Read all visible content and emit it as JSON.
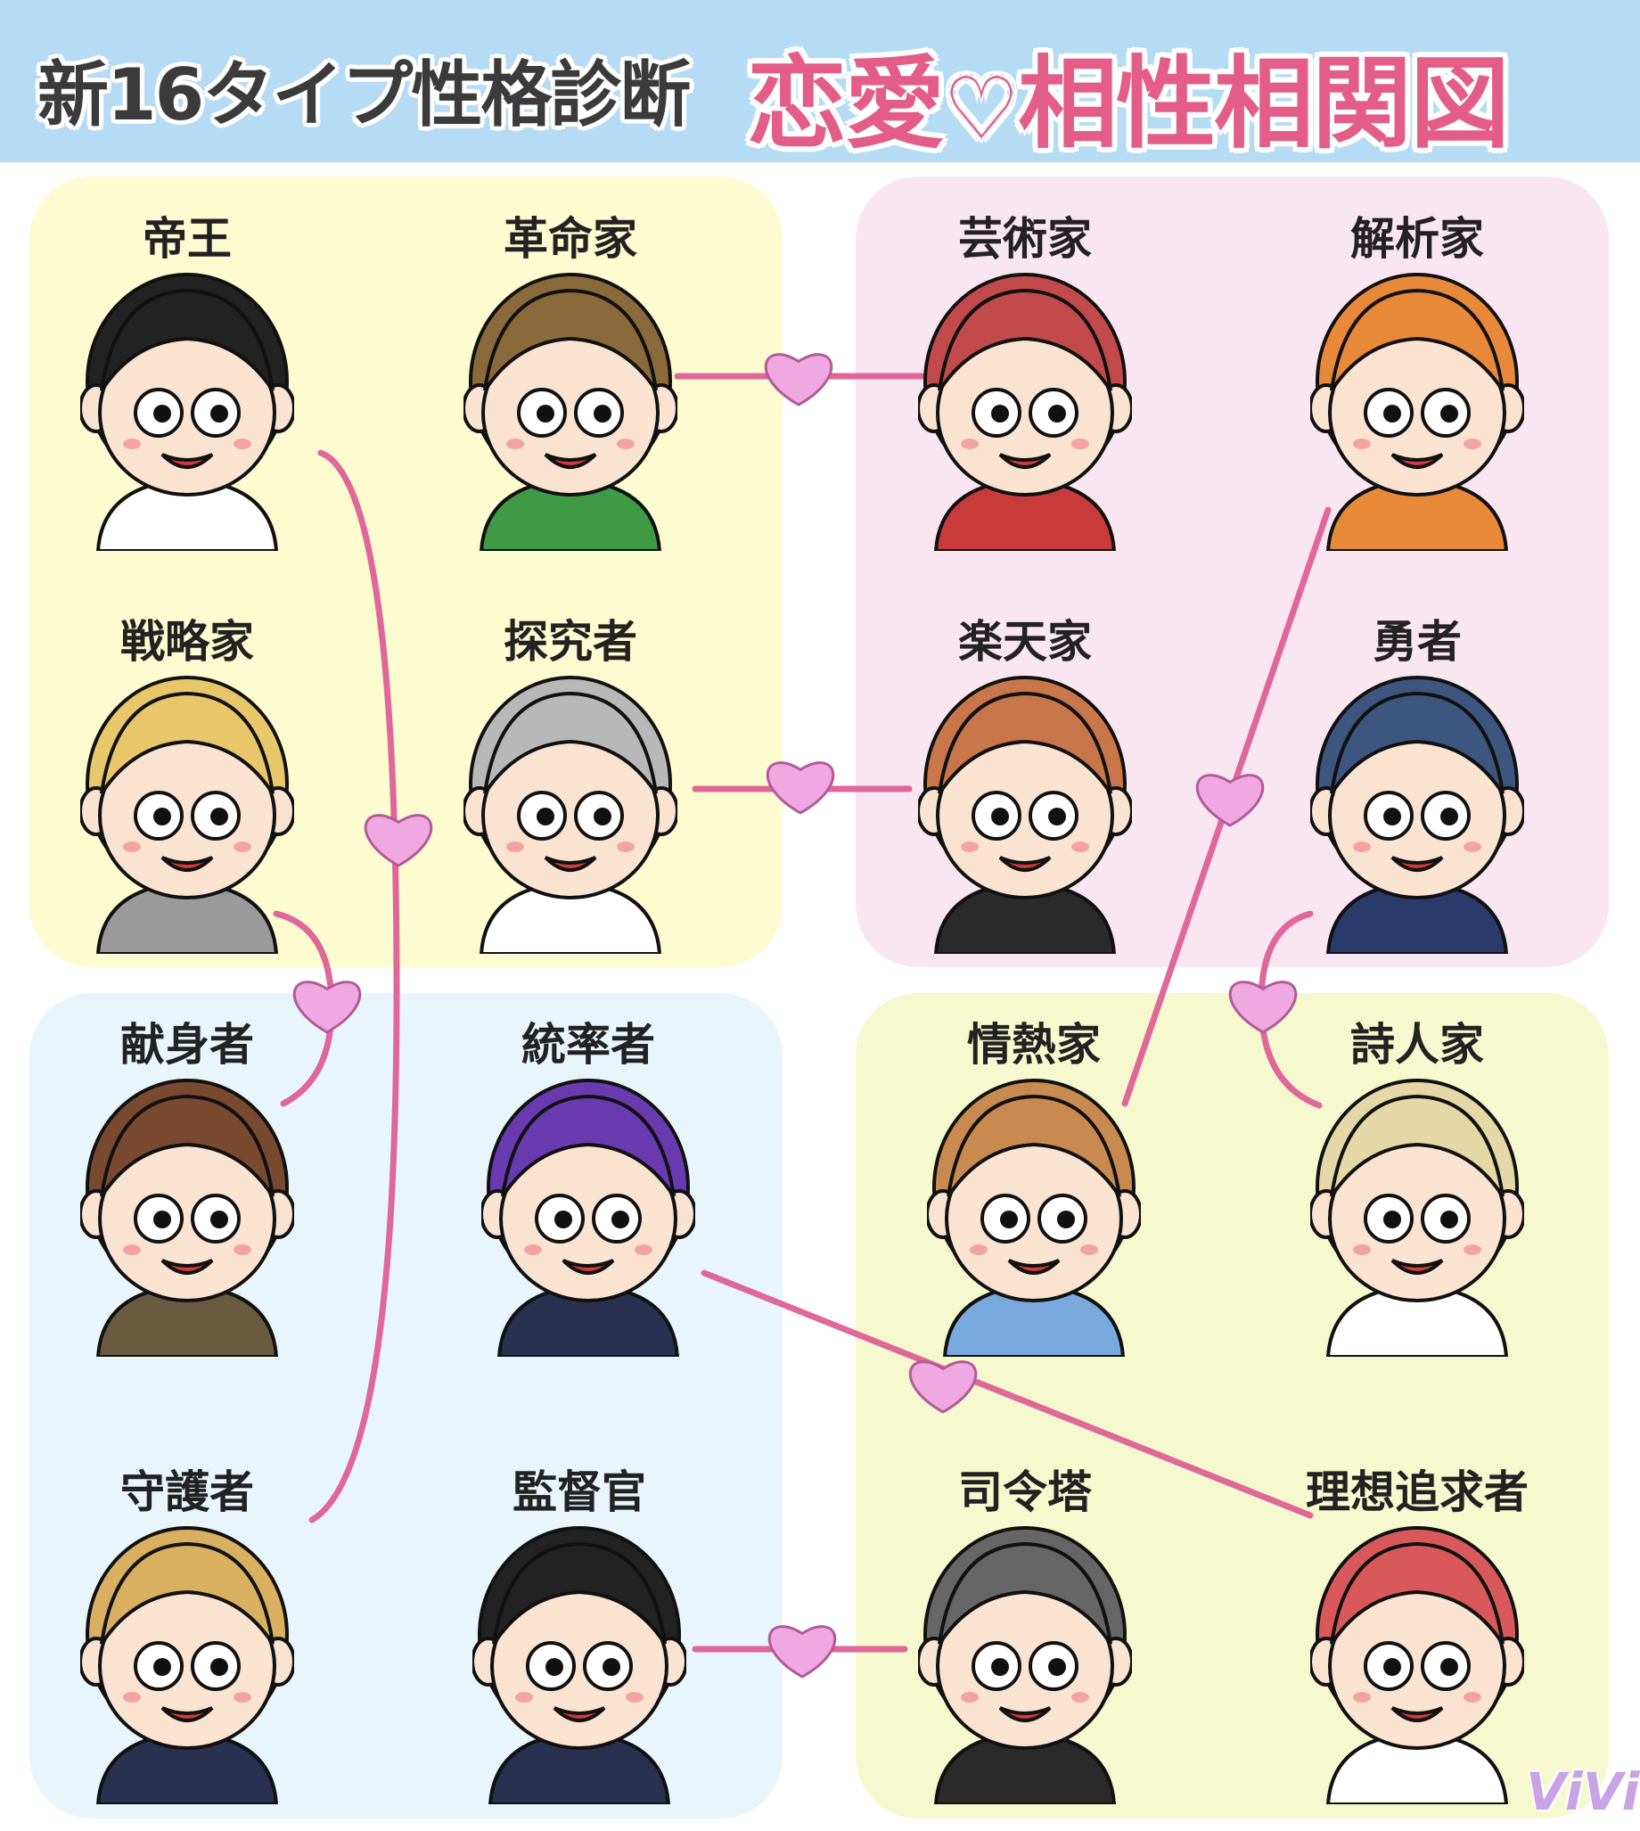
{
  "title": {
    "left": "新16タイプ性格診断",
    "right_part1": "恋愛",
    "heart": "♡",
    "right_part2": "相性相関図"
  },
  "types": {
    "teiou": {
      "label": "帝王",
      "hair": "#222222",
      "cloth": "#ffffff"
    },
    "kakumeika": {
      "label": "革命家",
      "hair": "#8a6a3a",
      "cloth": "#3f9a45"
    },
    "geijutsuka": {
      "label": "芸術家",
      "hair": "#c24a4a",
      "cloth": "#c93a3a"
    },
    "kaisekika": {
      "label": "解析家",
      "hair": "#e8893a",
      "cloth": "#e8893a"
    },
    "senryakuka": {
      "label": "戦略家",
      "hair": "#e8c76a",
      "cloth": "#9a9a9a"
    },
    "tankyusha": {
      "label": "探究者",
      "hair": "#b8b8b8",
      "cloth": "#ffffff"
    },
    "rakutenka": {
      "label": "楽天家",
      "hair": "#c9764a",
      "cloth": "#2a2a2a"
    },
    "yusha": {
      "label": "勇者",
      "hair": "#3c5680",
      "cloth": "#2a3a6a"
    },
    "kenshinsha": {
      "label": "献身者",
      "hair": "#7a4a30",
      "cloth": "#6a5a40"
    },
    "tosotsusha": {
      "label": "統率者",
      "hair": "#6a3ab0",
      "cloth": "#2a3050"
    },
    "jonetsuka": {
      "label": "情熱家",
      "hair": "#c98a50",
      "cloth": "#7aaadd"
    },
    "shijinka": {
      "label": "詩人家",
      "hair": "#e6d7a6",
      "cloth": "#ffffff"
    },
    "shugosha": {
      "label": "守護者",
      "hair": "#d8b060",
      "cloth": "#2a3050"
    },
    "kantokukan": {
      "label": "監督官",
      "hair": "#222222",
      "cloth": "#2a3050"
    },
    "shireito": {
      "label": "司令塔",
      "hair": "#666666",
      "cloth": "#2a2a2a"
    },
    "risotsuikyusha": {
      "label": "理想追求者",
      "hair": "#d9595a",
      "cloth": "#ffffff"
    }
  },
  "colors": {
    "link": "#e0679a",
    "heart": "#f0a8e0",
    "heart_stroke": "#b25a9a"
  },
  "watermark": "ViVi"
}
